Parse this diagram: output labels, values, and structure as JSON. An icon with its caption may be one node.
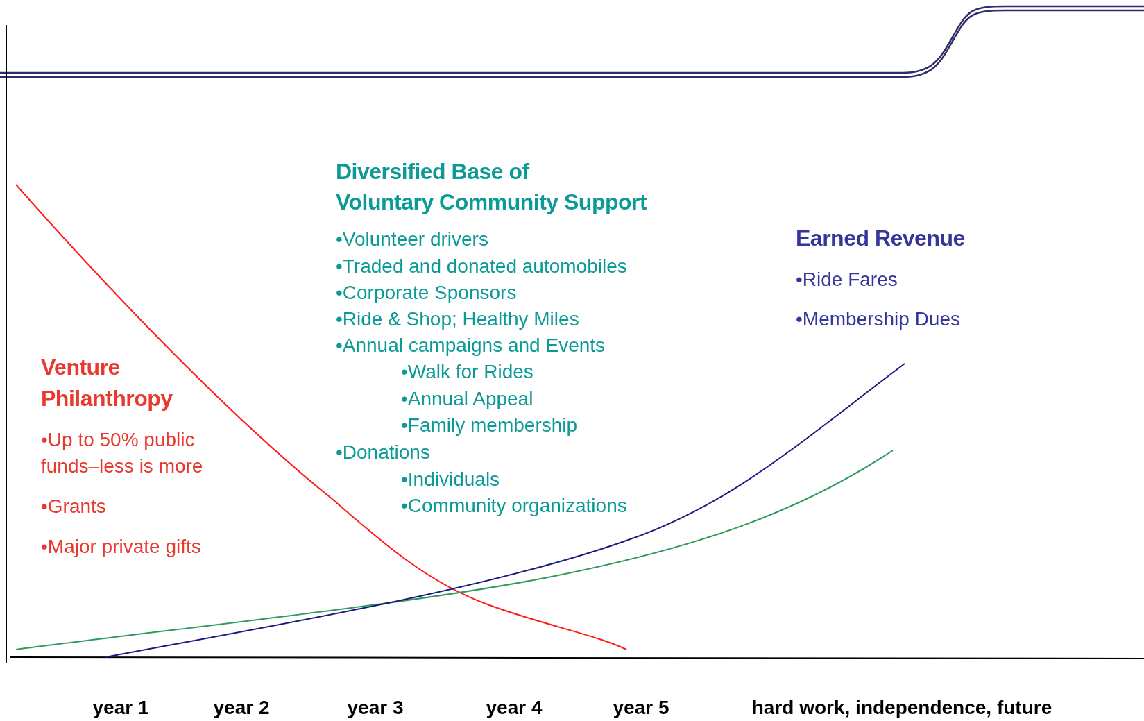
{
  "diagram": {
    "labels": [
      "Diversified Base of",
      "Voluntary Community Support",
      "•Volunteer drivers",
      "•Traded and donated automobiles",
      "•Corporate Sponsors",
      "•Ride & Shop; Healthy Miles",
      "•Annual campaigns and Events",
      "•Walk for Rides",
      "•Annual Appeal",
      "•Family membership",
      "•Donations",
      "•Individuals",
      "•Community organizations",
      "Earned Revenue",
      "•Ride Fares",
      "•Membership Dues",
      "Venture Philanthropy",
      "•Up to 50% public funds–less is more",
      "•Grants",
      "•Major private gifts",
      "year 1",
      "year 2",
      "year 3",
      "year 4",
      "year 5",
      "hard work, independence, future"
    ]
  }
}
